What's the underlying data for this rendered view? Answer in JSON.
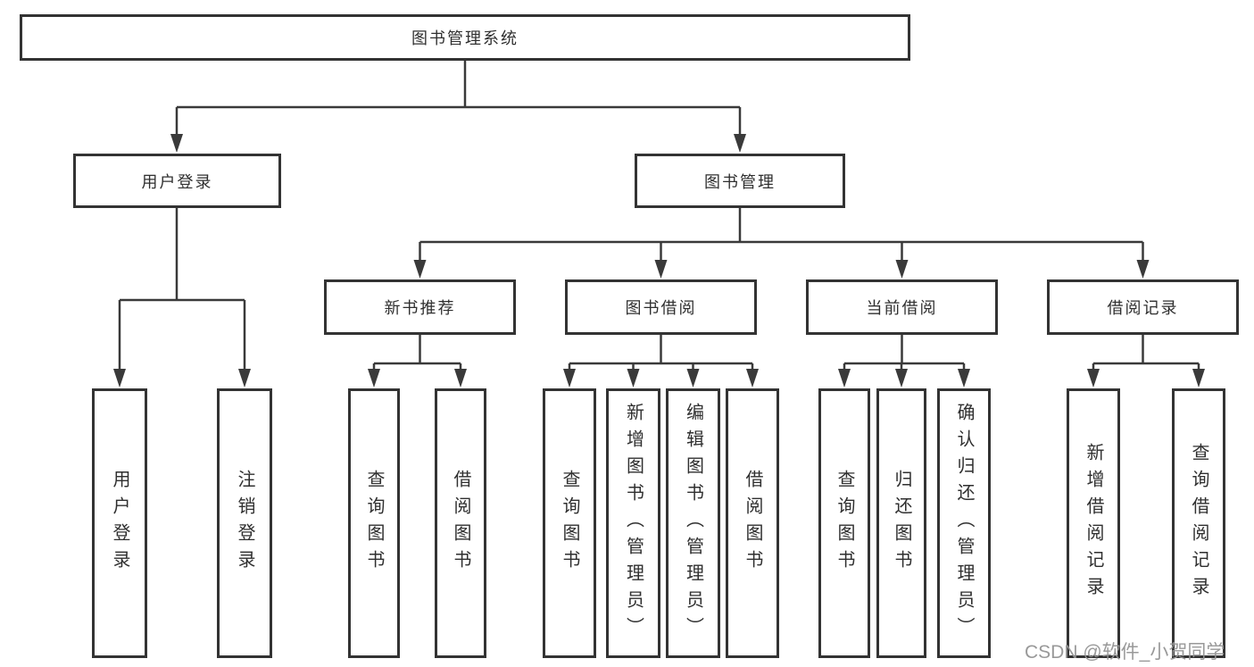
{
  "diagram": {
    "root": {
      "label": "图书管理系统"
    },
    "level2": {
      "user_login": {
        "label": "用户登录"
      },
      "book_mgmt": {
        "label": "图书管理"
      }
    },
    "level3": {
      "new_book_rec": {
        "label": "新书推荐"
      },
      "book_borrow": {
        "label": "图书借阅"
      },
      "current_borrow": {
        "label": "当前借阅"
      },
      "borrow_records": {
        "label": "借阅记录"
      }
    },
    "leaves": {
      "user_login": {
        "label": "用户登录"
      },
      "logout": {
        "label": "注销登录"
      },
      "nbr_query_books": {
        "label": "查询图书"
      },
      "nbr_borrow_books": {
        "label": "借阅图书"
      },
      "bb_query_books": {
        "label": "查询图书"
      },
      "bb_add_books": {
        "label": "新增图书（管理员）"
      },
      "bb_edit_books": {
        "label": "编辑图书（管理员）"
      },
      "bb_borrow_books": {
        "label": "借阅图书"
      },
      "cb_query_books": {
        "label": "查询图书"
      },
      "cb_return_books": {
        "label": "归还图书"
      },
      "cb_confirm_return": {
        "label": "确认归还（管理员）"
      },
      "br_add_record": {
        "label": "新增借阅记录"
      },
      "br_query_record": {
        "label": "查询借阅记录"
      }
    },
    "colors": {
      "line": "#3a3a3a",
      "border": "#333333",
      "text": "#2f2f2f",
      "watermark": "#949494"
    }
  },
  "watermark": {
    "text": "CSDN @软件_小贺同学"
  }
}
